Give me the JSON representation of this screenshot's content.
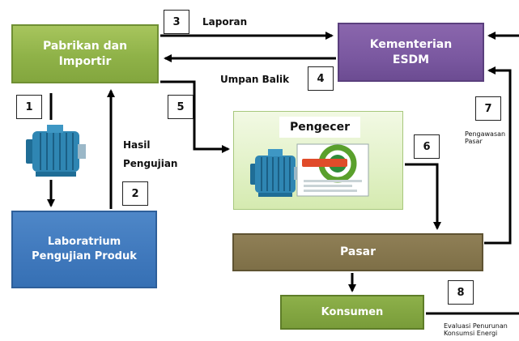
{
  "boxes": {
    "pabrikan": [
      "Pabrikan dan",
      "Importir"
    ],
    "kementerian": [
      "Kementerian",
      "ESDM"
    ],
    "lab": [
      "Laboratrium",
      "Pengujian Produk"
    ],
    "pengecer": "Pengecer",
    "pasar": "Pasar",
    "konsumen": "Konsumen"
  },
  "steps": [
    "1",
    "2",
    "3",
    "4",
    "5",
    "6",
    "7",
    "8"
  ],
  "labels": {
    "laporan": "Laporan",
    "umpan_balik": "Umpan Balik",
    "hasil_pengujian": [
      "Hasil",
      "Pengujian"
    ],
    "pengawasan_pasar": [
      "Pengawasan",
      "Pasar"
    ],
    "evaluasi": [
      "Evaluasi  Penurunan",
      "Konsumsi Energi"
    ]
  },
  "colors": {
    "pabrikan": "#8fb248",
    "kementerian": "#7a58a0",
    "lab": "#3f78bc",
    "pengecer": "#e1f1c6",
    "pasar": "#7e6f47",
    "konsumen": "#799c39",
    "motor": "#2f86b3",
    "arrow": "#000000"
  },
  "icons": [
    "electric-motor-icon",
    "energy-label-icon"
  ]
}
